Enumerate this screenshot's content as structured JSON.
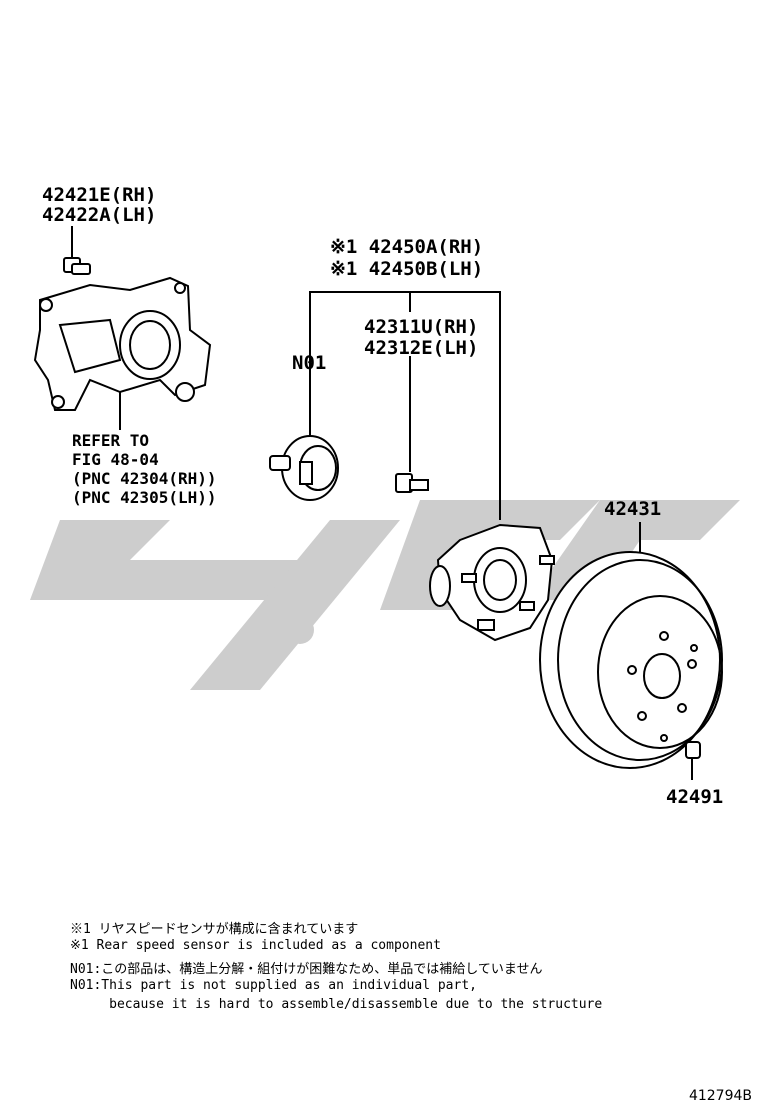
{
  "labels": {
    "knuckle_rh": "42421E(RH)",
    "knuckle_lh": "42422A(LH)",
    "refer_line1": "REFER TO",
    "refer_line2": "FIG 48-04",
    "refer_line3": "(PNC 42304(RH))",
    "refer_line4": "(PNC 42305(LH))",
    "hub_rh": "※1 42450A(RH)",
    "hub_lh": "※1 42450B(LH)",
    "bolt_rh": "42311U(RH)",
    "bolt_lh": "42312E(LH)",
    "n01": "N01",
    "disc": "42431",
    "nut": "42491"
  },
  "notes": [
    "※1 リヤスピードセンサが構成に含まれています",
    "※1 Rear speed sensor is included as a component",
    "N01:この部品は、構造上分解・組付けが困難なため、単品では補給していません",
    "N01:This part is not supplied as an individual part,",
    "     because it is hard to assemble/disassemble due to the structure"
  ],
  "figure_number": "412794B",
  "colors": {
    "ink": "#000000",
    "watermark": "#c8c8c8"
  }
}
